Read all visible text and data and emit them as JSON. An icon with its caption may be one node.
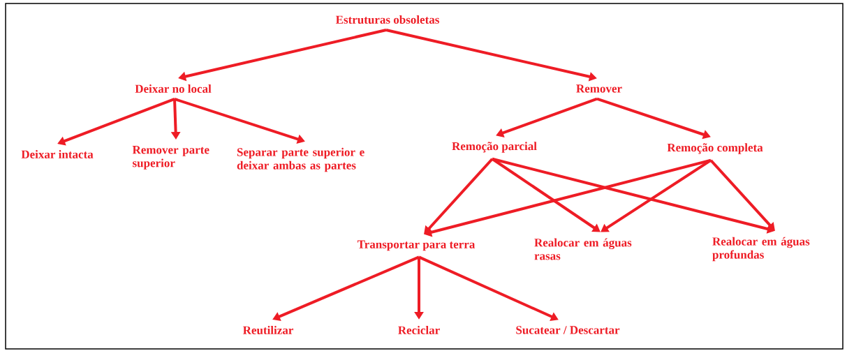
{
  "diagram": {
    "nodes": [
      {
        "text": [
          "Estruturas obsoletas"
        ]
      },
      {
        "text": [
          "Deixar no local"
        ]
      },
      {
        "text": [
          "Remover"
        ]
      },
      {
        "text": [
          "Deixar intacta"
        ]
      },
      {
        "text": [
          "Remover parte superior"
        ]
      },
      {
        "text": [
          "Separar parte superior e deixar ambas as partes"
        ]
      },
      {
        "text": [
          "Remoção parcial"
        ]
      },
      {
        "text": [
          "Remoção completa"
        ]
      },
      {
        "text": [
          "Transportar para terra"
        ]
      },
      {
        "text": [
          "Realocar em águas rasas"
        ]
      },
      {
        "text": [
          "Realocar em águas profundas"
        ]
      },
      {
        "text": [
          "Reutilizar"
        ]
      },
      {
        "text": [
          "Reciclar"
        ]
      },
      {
        "text": [
          "Sucatear / Descartar"
        ]
      }
    ],
    "edges": [
      {
        "from": 0,
        "to": 1,
        "arrow": "to"
      },
      {
        "from": 0,
        "to": 2,
        "arrow": "to"
      },
      {
        "from": 1,
        "to": 3,
        "arrow": "to"
      },
      {
        "from": 1,
        "to": 4,
        "arrow": "to"
      },
      {
        "from": 1,
        "to": 5,
        "arrow": "to"
      },
      {
        "from": 2,
        "to": 6,
        "arrow": "to"
      },
      {
        "from": 2,
        "to": 7,
        "arrow": "to"
      },
      {
        "from": 6,
        "to": 8,
        "arrow": "to"
      },
      {
        "from": 6,
        "to": 9,
        "arrow": "to"
      },
      {
        "from": 6,
        "to": 10,
        "arrow": "to"
      },
      {
        "from": 7,
        "to": 8,
        "arrow": "to"
      },
      {
        "from": 7,
        "to": 9,
        "arrow": "to"
      },
      {
        "from": 7,
        "to": 10,
        "arrow": "to"
      },
      {
        "from": 8,
        "to": 11,
        "arrow": "to"
      },
      {
        "from": 8,
        "to": 12,
        "arrow": "to"
      },
      {
        "from": 8,
        "to": 13,
        "arrow": "to"
      }
    ]
  }
}
